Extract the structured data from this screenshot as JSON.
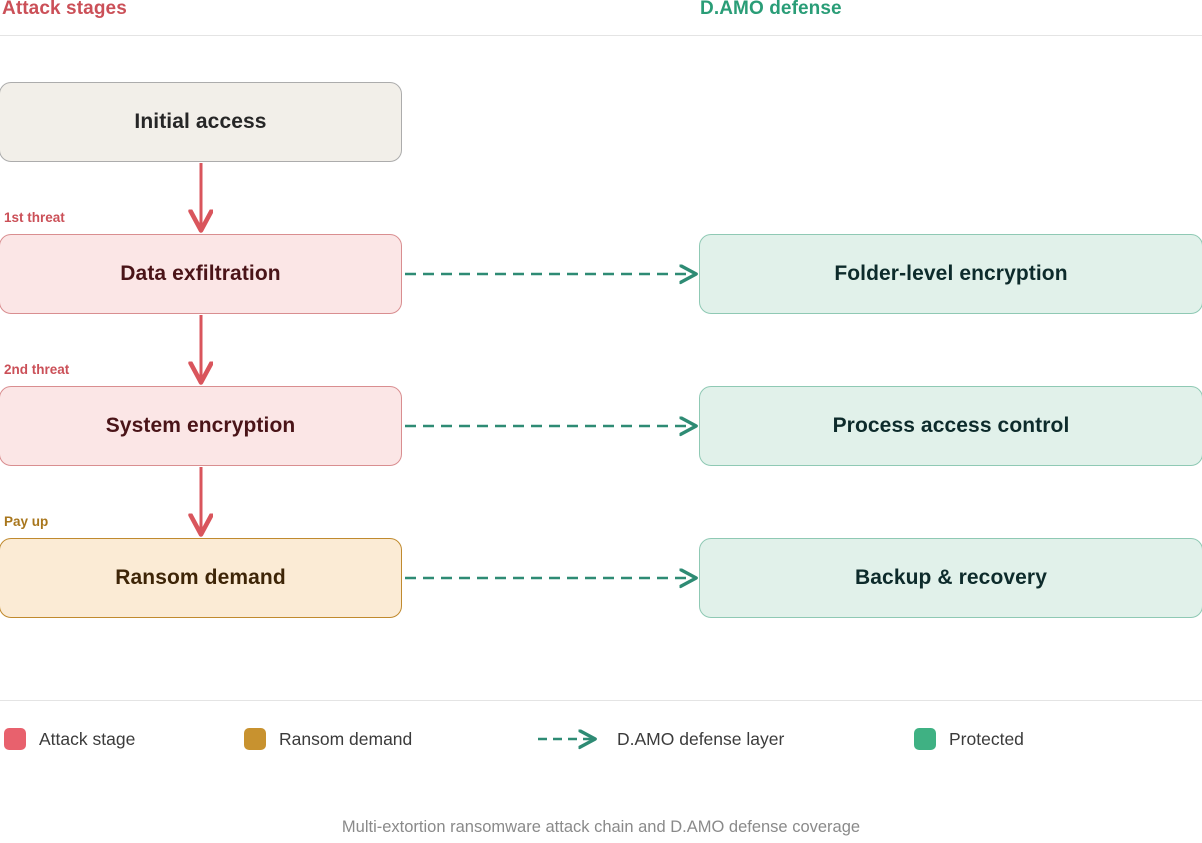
{
  "headers": {
    "attack": "Attack stages",
    "defense": "D.AMO defense"
  },
  "colors": {
    "attack_header": "#CB5058",
    "defense_header": "#2A9D77",
    "attack_arrow": "#D9555C",
    "defense_arrow": "#2E8B74",
    "attack_stage_swatch": "#E8616D",
    "ransom_swatch": "#C8922F",
    "protected_swatch": "#3FB183",
    "neutral_fill": "#F2EFE9",
    "threat_fill": "#FBE6E6",
    "ransom_fill": "#FBEBD5",
    "defense_fill": "#E1F1EA"
  },
  "attack_nodes": [
    {
      "id": "initial",
      "label": "Initial access",
      "kind": "neutral"
    },
    {
      "id": "exfil",
      "label": "Data exfiltration",
      "kind": "threat"
    },
    {
      "id": "sysenc",
      "label": "System encryption",
      "kind": "threat"
    },
    {
      "id": "ransom",
      "label": "Ransom demand",
      "kind": "ransom"
    }
  ],
  "defense_nodes": [
    {
      "id": "folder",
      "label": "Folder-level encryption"
    },
    {
      "id": "process",
      "label": "Process access control"
    },
    {
      "id": "backup",
      "label": "Backup & recovery"
    }
  ],
  "edge_labels": [
    {
      "id": "edge-1",
      "label": "1st threat",
      "from": "initial",
      "to": "exfil"
    },
    {
      "id": "edge-2",
      "label": "2nd threat",
      "from": "exfil",
      "to": "sysenc"
    },
    {
      "id": "edge-3",
      "label": "Pay up",
      "from": "sysenc",
      "to": "ransom"
    }
  ],
  "defense_edges": [
    {
      "from": "exfil",
      "to": "folder"
    },
    {
      "from": "sysenc",
      "to": "process"
    },
    {
      "from": "ransom",
      "to": "backup"
    }
  ],
  "legend": [
    {
      "id": "attack-stage",
      "marker": "swatch",
      "color": "#E8616D",
      "label": "Attack stage"
    },
    {
      "id": "ransom-demand",
      "marker": "swatch",
      "color": "#C8922F",
      "label": "Ransom demand"
    },
    {
      "id": "defense-layer",
      "marker": "dashed-arrow",
      "color": "#2E8B74",
      "label": "D.AMO defense layer"
    },
    {
      "id": "protected",
      "marker": "swatch",
      "color": "#3FB183",
      "label": "Protected"
    }
  ],
  "caption": "Multi-extortion ransomware attack chain and D.AMO defense coverage"
}
